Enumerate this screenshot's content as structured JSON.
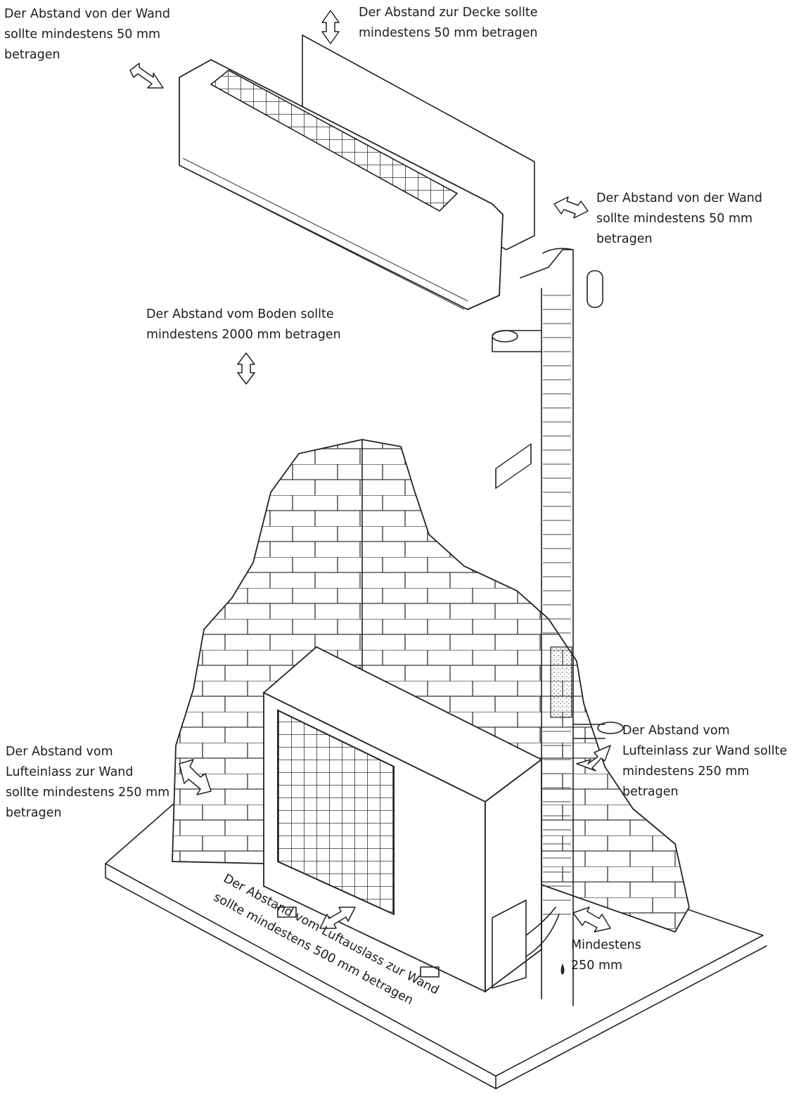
{
  "labels": {
    "wall_left": "Der Abstand von der Wand\nsollte mindestens 50 mm\nbetragen",
    "ceiling": "Der Abstand zur Decke sollte\nmindestens 50 mm betragen",
    "wall_right": "Der Abstand von der Wand\nsollte mindestens 50 mm\nbetragen",
    "floor": "Der Abstand vom Boden sollte\nmindestens 2000 mm betragen",
    "inlet_left": "Der Abstand vom\nLufteinlass zur Wand\nsollte mindestens 250 mm\nbetragen",
    "inlet_right": "Der Abstand vom\nLufteinlass zur Wand sollte\nmindestens 250 mm\nbetragen",
    "outlet": "Der Abstand vom Luftauslass zur Wand\nsollte mindestens 500 mm betragen",
    "min_side": "Mindestens\n250 mm"
  }
}
